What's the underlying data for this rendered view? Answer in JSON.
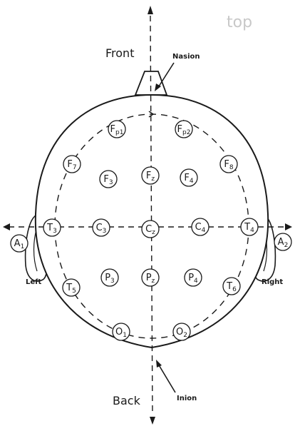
{
  "title_top": "top",
  "labels": {
    "front": "Front",
    "back": "Back",
    "nasion": "Nasion",
    "inion": "Inion",
    "left": "Left",
    "right": "Right"
  },
  "electrodes": [
    {
      "id": "fp1",
      "letter": "F",
      "sub": "p1"
    },
    {
      "id": "fp2",
      "letter": "F",
      "sub": "p2"
    },
    {
      "id": "f7",
      "letter": "F",
      "sub": "7"
    },
    {
      "id": "f3",
      "letter": "F",
      "sub": "3"
    },
    {
      "id": "fz",
      "letter": "F",
      "sub": "z"
    },
    {
      "id": "f4",
      "letter": "F",
      "sub": "4"
    },
    {
      "id": "f8",
      "letter": "F",
      "sub": "8"
    },
    {
      "id": "a1",
      "letter": "A",
      "sub": "1"
    },
    {
      "id": "t3",
      "letter": "T",
      "sub": "3"
    },
    {
      "id": "c3",
      "letter": "C",
      "sub": "3"
    },
    {
      "id": "cz",
      "letter": "C",
      "sub": "z"
    },
    {
      "id": "c4",
      "letter": "C",
      "sub": "4"
    },
    {
      "id": "t4",
      "letter": "T",
      "sub": "4"
    },
    {
      "id": "a2",
      "letter": "A",
      "sub": "2"
    },
    {
      "id": "t5",
      "letter": "T",
      "sub": "5"
    },
    {
      "id": "p3",
      "letter": "P",
      "sub": "3"
    },
    {
      "id": "pz",
      "letter": "P",
      "sub": "z"
    },
    {
      "id": "p4",
      "letter": "P",
      "sub": "4"
    },
    {
      "id": "t6",
      "letter": "T",
      "sub": "6"
    },
    {
      "id": "o1",
      "letter": "O",
      "sub": "1"
    },
    {
      "id": "o2",
      "letter": "O",
      "sub": "2"
    }
  ]
}
